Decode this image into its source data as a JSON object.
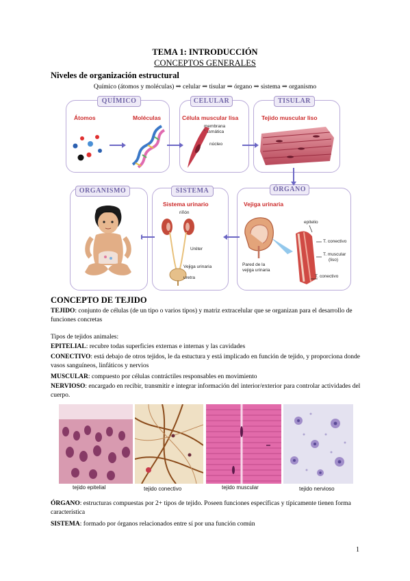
{
  "header": {
    "title": "TEMA 1: INTRODUCCIÓN",
    "subtitle": "CONCEPTOS GENERALES"
  },
  "niveles": {
    "heading": "Niveles de organización estructural",
    "chain": "Químico (átomos y moléculas) ⇒ celular ⇒ tisular ⇒ órgano ⇒ sistema ⇒ organismo"
  },
  "diagram": {
    "quimico": {
      "tag": "QUÍMICO",
      "atomos": "Átomos",
      "moleculas": "Moléculas"
    },
    "celular": {
      "tag": "CELULAR",
      "title": "Célula muscular lisa",
      "membrana": "membrana",
      "plasmatica": "plasmática",
      "nucleo": "núcleo"
    },
    "tisular": {
      "tag": "TISULAR",
      "title": "Tejido muscular liso"
    },
    "organo": {
      "tag": "ÓRGANO",
      "title": "Vejiga urinaria",
      "epitelio": "epitelio",
      "tconectivo1": "T. conectivo",
      "tmuscular": "T. muscular",
      "liso": "(liso)",
      "tconectivo2": "T. conectivo",
      "pared1": "Pared de la",
      "pared2": "vejiga urinaria"
    },
    "sistema": {
      "tag": "SISTEMA",
      "title": "Sistema urinario",
      "rinon": "riñón",
      "ureter": "Uréter",
      "vejiga": "Vejiga urinaria",
      "uretra": "uretra"
    },
    "organismo": {
      "tag": "ORGANISMO"
    }
  },
  "tejido": {
    "heading": "CONCEPTO DE TEJIDO",
    "def_term": "TEJIDO",
    "def_text": ": conjunto de células (de un tipo o varios tipos) y matriz extracelular que se organizan para el desarrollo de funciones concretas",
    "tipos_intro": "Tipos de tejidos animales:",
    "tipos": [
      {
        "term": "EPITELIAL",
        "text": ": recubre todas superficies externas e internas y las cavidades"
      },
      {
        "term": "CONECTIVO",
        "text": ": está debajo de otros tejidos, le da estuctura y está implicado en función de tejido, y proporciona donde vasos sanguíneos, linfáticos y nervios"
      },
      {
        "term": "MUSCULAR",
        "text": ": compuesto por células contráctiles responsables en movimiento"
      },
      {
        "term": "NERVIOSO",
        "text": ": encargado en recibir, transmitir e integrar información del interior/exterior para controlar actividades del cuerpo."
      }
    ],
    "micrographs": [
      "tejido epitelial",
      "tejido conectivo",
      "tejido muscular",
      "tejido nervioso"
    ]
  },
  "organo_sistema": [
    {
      "term": "ÓRGANO",
      "text": ": estructuras compuestas por 2+ tipos de tejido. Poseen funciones específicas y típicamente tienen forma característica"
    },
    {
      "term": "SISTEMA",
      "text": ": formado por órganos relacionados entre sí por una función común"
    }
  ],
  "page_number": "1",
  "colors": {
    "accent_box": "#b8a9d8",
    "tag_text": "#6f64a6",
    "red_label": "#cc2a2a",
    "arrow": "#6b66c4"
  }
}
